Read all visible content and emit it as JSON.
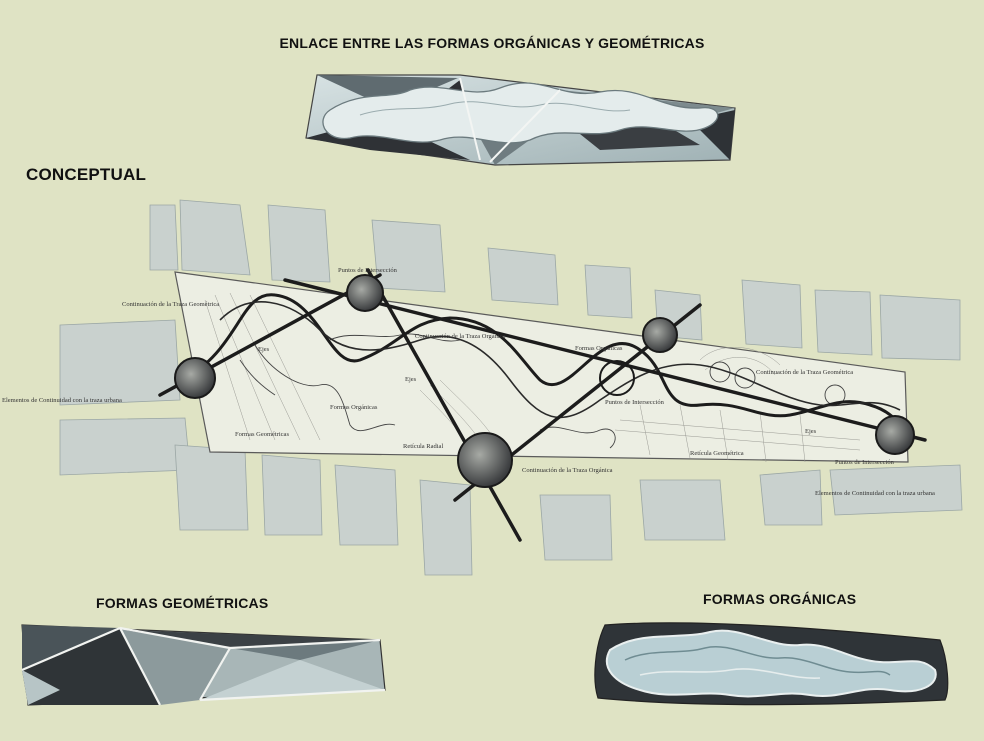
{
  "headings": {
    "top": "ENLACE ENTRE LAS FORMAS ORGÁNICAS Y GEOMÉTRICAS",
    "concept": "CONCEPTUAL",
    "geometric": "FORMAS GEOMÉTRICAS",
    "organic": "FORMAS ORGÁNICAS"
  },
  "plan_labels": {
    "continuacion_geometrica_left": "Continuación de la Traza Geométrica",
    "puntos_interseccion_top": "Puntos de Intersección",
    "continuacion_organica_top": "Continuación de la Traza Orgánica",
    "formas_organicas_right": "Formas Orgánicas",
    "continuacion_geometrica_right": "Continuación de la Traza Geométrica",
    "ejes_left": "Ejes",
    "ejes_center": "Ejes",
    "ejes_right": "Ejes",
    "elementos_left": "Elementos de Continuidad con la traza urbana",
    "formas_organicas_center": "Formas Orgánicas",
    "formas_geometricas": "Formas Geométricas",
    "reticula_radial": "Retícula Radial",
    "puntos_interseccion_center": "Puntos de Intersección",
    "continuacion_organica_bottom": "Continuación de la Traza Orgánica",
    "reticula_geometrica": "Retícula Geométrica",
    "puntos_interseccion_right": "Puntos de Intersección",
    "elementos_right": "Elementos de Continuidad con la traza urbana"
  },
  "colors": {
    "background": "#dfe3c4",
    "paper": "#eceee3",
    "light_fill": "#c9d6d8",
    "mid_fill": "#8fa2a6",
    "dark_fill": "#35383c",
    "ink": "#1c1c1c"
  }
}
